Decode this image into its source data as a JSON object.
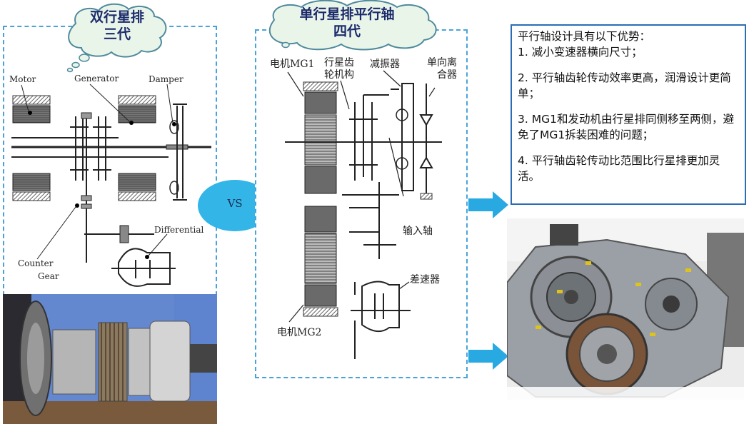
{
  "left_cloud": {
    "line1": "双行星排",
    "line2": "三代"
  },
  "mid_cloud": {
    "line1": "单行星排平行轴",
    "line2": "四代"
  },
  "vs_label": "VS",
  "left_diagram": {
    "motor": "Motor",
    "generator": "Generator",
    "damper": "Damper",
    "differential": "Differential",
    "counter_line1": "Counter",
    "counter_line2": "Gear"
  },
  "mid_diagram": {
    "mg1": "电机MG1",
    "planetary_line1": "行星齿",
    "planetary_line2": "轮机构",
    "damper": "减振器",
    "clutch_line1": "单向离",
    "clutch_line2": "合器",
    "input_shaft": "输入轴",
    "differential": "差速器",
    "mg2": "电机MG2"
  },
  "advantages": {
    "title": "平行轴设计具有以下优势：",
    "item1": "1.    减小变速器横向尺寸；",
    "item2": "2. 平行轴齿轮传动效率更高，润滑设计更简单；",
    "item3": "3. MG1和发动机由行星排同侧移至两侧，避免了MG1拆装困难的问题；",
    "item4": "4. 平行轴齿轮传动比范围比行星排更加灵活。"
  },
  "colors": {
    "accent": "#29a9e1",
    "border": "#4aa3d8",
    "cloud_fill": "#eaf5ea",
    "vs_fill": "#33b5e8"
  }
}
